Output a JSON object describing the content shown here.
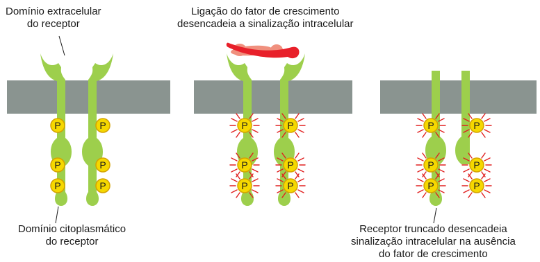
{
  "labels": {
    "extracellular_domain": [
      "Domínio extracelular",
      "do receptor"
    ],
    "ligand_binding": [
      "Ligação do fator de crescimento",
      "desencadeia a sinalização intracelular"
    ],
    "cytoplasmic_domain": [
      "Domínio citoplasmático",
      "do receptor"
    ],
    "truncated_receptor": [
      "Receptor truncado desencadeia",
      "sinalização intracelular na ausência",
      "do fator de crescimento"
    ]
  },
  "phosphate_symbol": "P",
  "panels": [
    {
      "name": "inactive-receptor",
      "ligand_bound": false,
      "truncated": false,
      "signaling_active": false
    },
    {
      "name": "ligand-activated-receptor",
      "ligand_bound": true,
      "truncated": false,
      "signaling_active": true
    },
    {
      "name": "truncated-receptor",
      "ligand_bound": false,
      "truncated": true,
      "signaling_active": true
    }
  ],
  "colors": {
    "receptor": "#9dcf4c",
    "membrane": "#8a9490",
    "phosphate_fill": "#f5d800",
    "phosphate_stroke": "#d4a200",
    "ligand_main": "#e8202a",
    "ligand_light": "#f0907e",
    "activation_rays": "#e02020",
    "leader_line": "#1a1a1a"
  }
}
